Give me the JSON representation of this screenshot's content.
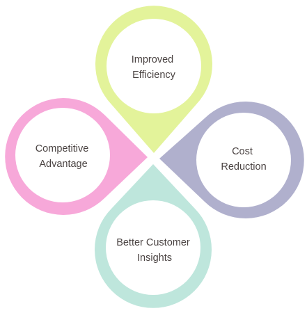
{
  "petals": [
    {
      "id": "top",
      "label_lines": [
        "Improved",
        "Efficiency"
      ],
      "color": "#e3f39a"
    },
    {
      "id": "right",
      "label_lines": [
        "Cost",
        "Reduction"
      ],
      "color": "#b0b0cd"
    },
    {
      "id": "bottom",
      "label_lines": [
        "Better Customer",
        "Insights"
      ],
      "color": "#bee6dc"
    },
    {
      "id": "left",
      "label_lines": [
        "Competitive",
        "Advantage"
      ],
      "color": "#f7a8d9"
    }
  ]
}
